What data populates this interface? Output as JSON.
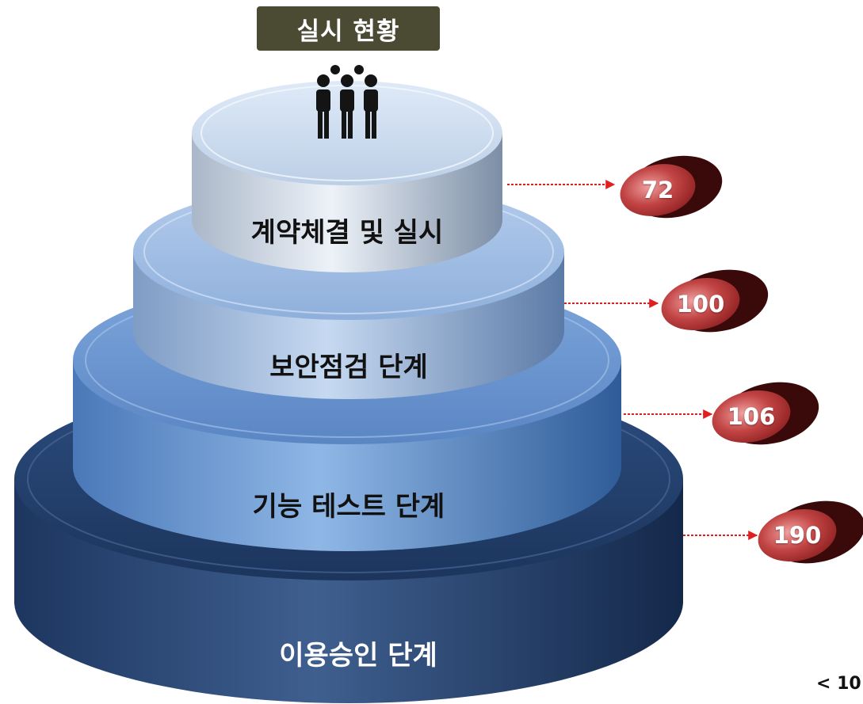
{
  "header": {
    "title": "실시 현황"
  },
  "icons": {
    "people": "people-group-icon"
  },
  "tiers": [
    {
      "label": "계약체결 및 실시",
      "value": "72"
    },
    {
      "label": "보안점검 단계",
      "value": "100"
    },
    {
      "label": "기능 테스트 단계",
      "value": "106"
    },
    {
      "label": "이용승인 단계",
      "value": "190"
    }
  ],
  "footnote": "< 10",
  "colors": {
    "title_bg": "#4b4a33",
    "arrow": "#e02020",
    "badge": "#b53a3a",
    "tier_label_dark": "#111111",
    "tier_label_light": "#ffffff"
  }
}
